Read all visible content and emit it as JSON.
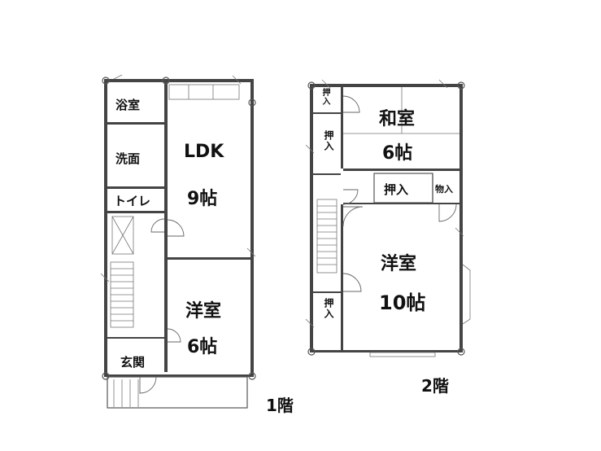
{
  "floor1": {
    "label": "1階",
    "rooms": {
      "bath": "浴室",
      "washroom": "洗面",
      "toilet": "トイレ",
      "ldk_name": "LDK",
      "ldk_size": "9帖",
      "western_name": "洋室",
      "western_size": "6帖",
      "entrance": "玄関"
    }
  },
  "floor2": {
    "label": "2階",
    "rooms": {
      "japanese_name": "和室",
      "japanese_size": "6帖",
      "western_name": "洋室",
      "western_size": "10帖",
      "closet": "押入",
      "storage": "物入"
    }
  }
}
